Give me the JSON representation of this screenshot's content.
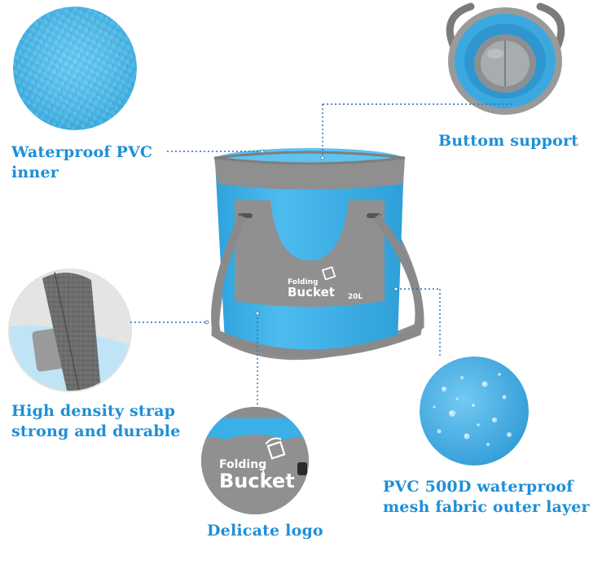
{
  "features": {
    "waterproof_pvc": {
      "line1": "Waterproof PVC",
      "line2": "inner"
    },
    "bottom_support": {
      "line1": "Buttom support"
    },
    "strap": {
      "line1": "High density strap",
      "line2": "strong and durable"
    },
    "logo": {
      "line1": "Delicate logo"
    },
    "outer_layer": {
      "line1": "PVC 500D waterproof",
      "line2": "mesh fabric outer layer"
    }
  },
  "bucket": {
    "brand_line1": "Folding",
    "brand_line2": "Bucket",
    "capacity": "20L"
  },
  "colors": {
    "accent_text": "#1e8fd6",
    "bucket_blue": "#3fb2e8",
    "trim_grey": "#8c8c8c",
    "leader_line": "#2b6fb0"
  }
}
